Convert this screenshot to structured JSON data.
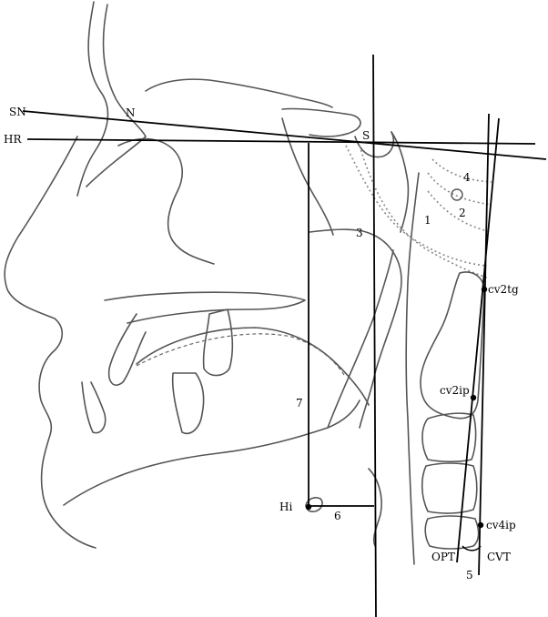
{
  "labels": {
    "sn": "SN",
    "n": "N",
    "hr": "HR",
    "s": "S",
    "n1": "1",
    "n2": "2",
    "n3": "3",
    "n4": "4",
    "n5": "5",
    "n6": "6",
    "n7": "7",
    "hi": "Hi",
    "cv2tg": "cv2tg",
    "cv2ip": "cv2ip",
    "cv4ip": "cv4ip",
    "opt": "OPT",
    "cvt": "CVT"
  }
}
